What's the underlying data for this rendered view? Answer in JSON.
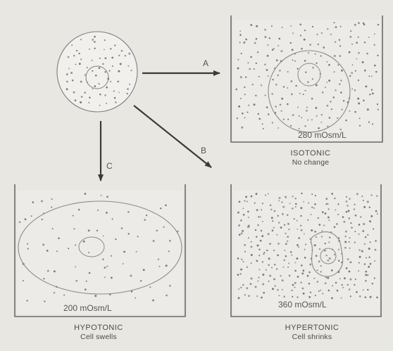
{
  "arrows": {
    "a": "A",
    "b": "B",
    "c": "C"
  },
  "containers": {
    "isotonic": {
      "concentration": "280 mOsm/L",
      "title": "ISOTONIC",
      "subtitle": "No change"
    },
    "hypotonic": {
      "concentration": "200 mOsm/L",
      "title": "HYPOTONIC",
      "subtitle": "Cell swells"
    },
    "hypertonic": {
      "concentration": "360 mOsm/L",
      "title": "HYPERTONIC",
      "subtitle": "Cell shrinks"
    }
  }
}
